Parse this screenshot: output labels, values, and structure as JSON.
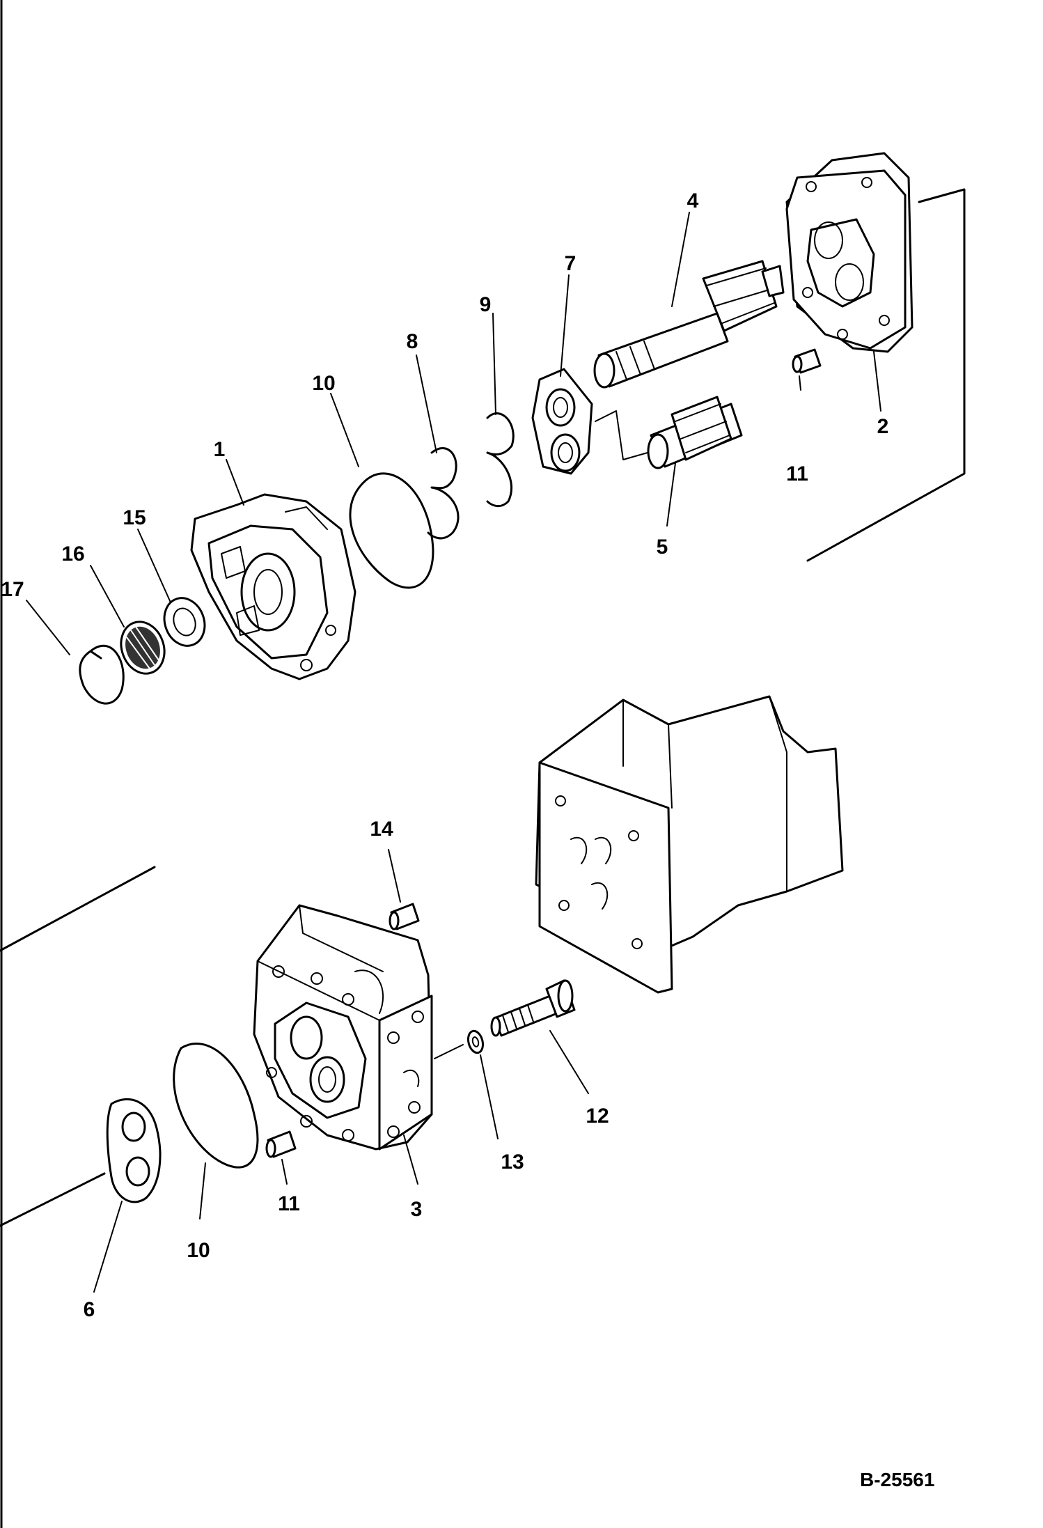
{
  "drawing_code": "B-25561",
  "callouts": {
    "c1": "1",
    "c2": "2",
    "c3": "3",
    "c4": "4",
    "c5": "5",
    "c6": "6",
    "c7": "7",
    "c8": "8",
    "c9": "9",
    "c10a": "10",
    "c10b": "10",
    "c11a": "11",
    "c11b": "11",
    "c12": "12",
    "c13": "13",
    "c14": "14",
    "c15": "15",
    "c16": "16",
    "c17": "17"
  }
}
